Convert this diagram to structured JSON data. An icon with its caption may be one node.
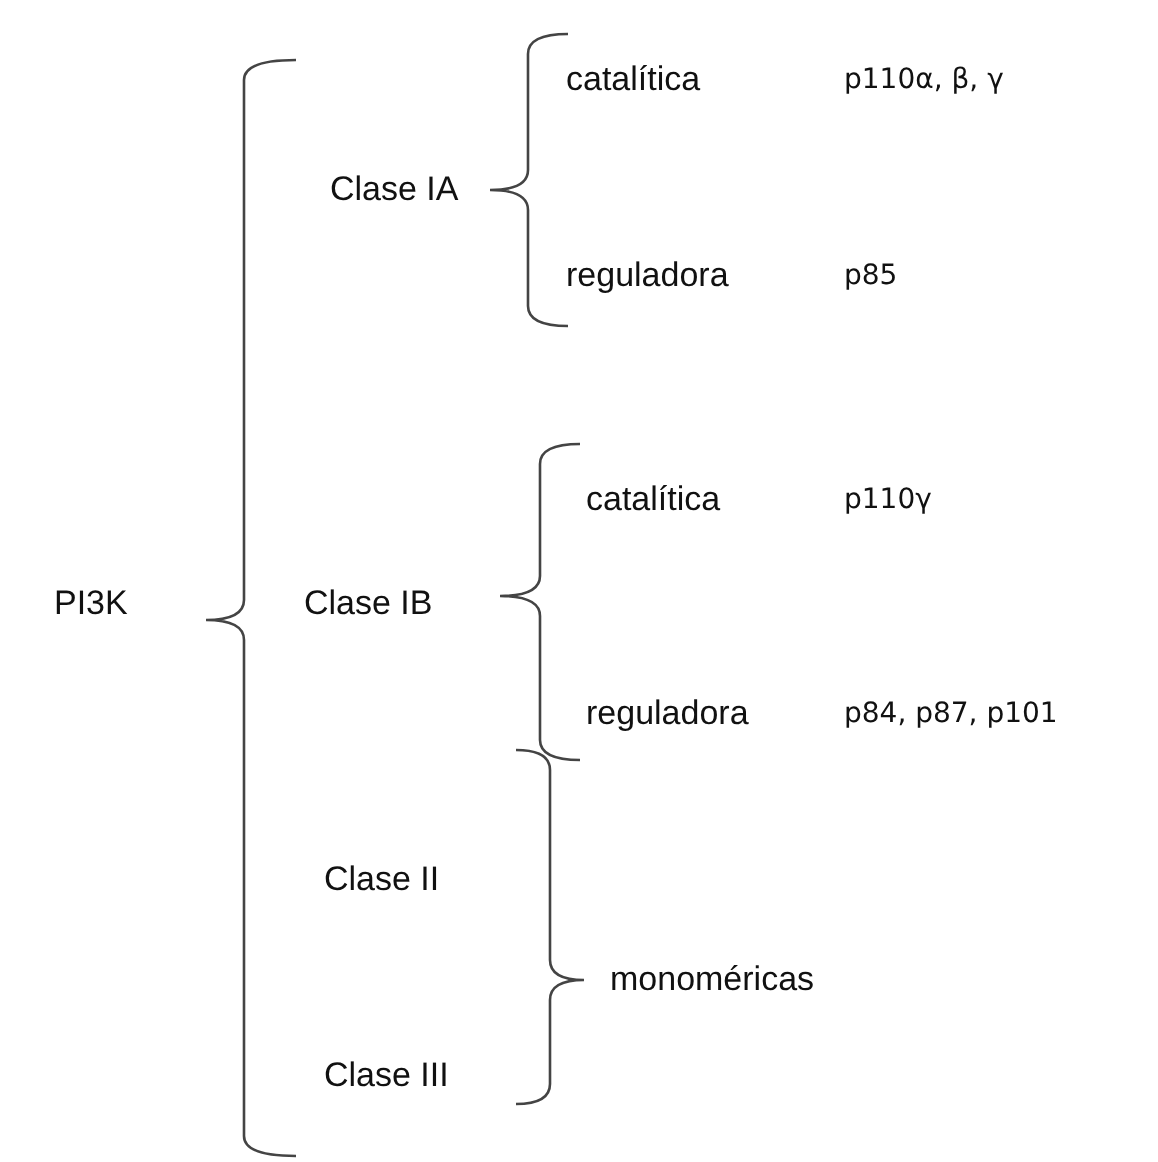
{
  "diagram": {
    "labels": [
      "catalítica",
      "p110α, β, γ",
      "Clase IA",
      "reguladora",
      "p85",
      "catalítica",
      "p110γ",
      "PI3K",
      "Clase IB",
      "reguladora",
      "p84, p87, p101",
      "Clase II",
      "monoméricas",
      "Clase III"
    ]
  }
}
